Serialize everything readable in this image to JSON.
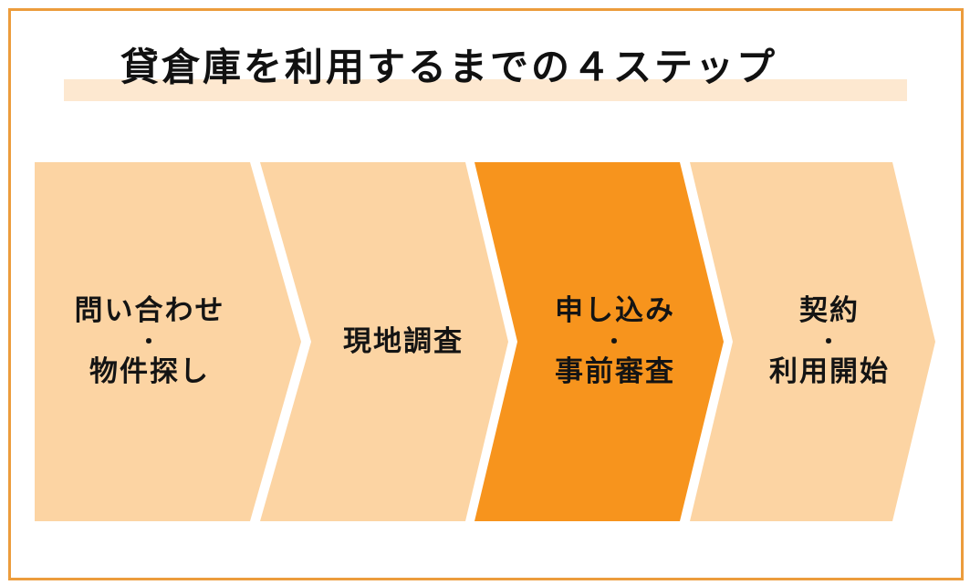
{
  "title": "貸倉庫を利用するまでの４ステップ",
  "colors": {
    "frame_border": "#ec9c3c",
    "title_highlight": "#fde8d0",
    "step_default": "#fcd4a3",
    "step_active": "#f7941d",
    "text": "#141414"
  },
  "steps": [
    {
      "line1": "問い合わせ",
      "separator": "・",
      "line2": "物件探し",
      "active": false
    },
    {
      "line1": "現地調査",
      "separator": "",
      "line2": "",
      "active": false
    },
    {
      "line1": "申し込み",
      "separator": "・",
      "line2": "事前審査",
      "active": true
    },
    {
      "line1": "契約",
      "separator": "・",
      "line2": "利用開始",
      "active": false
    }
  ]
}
